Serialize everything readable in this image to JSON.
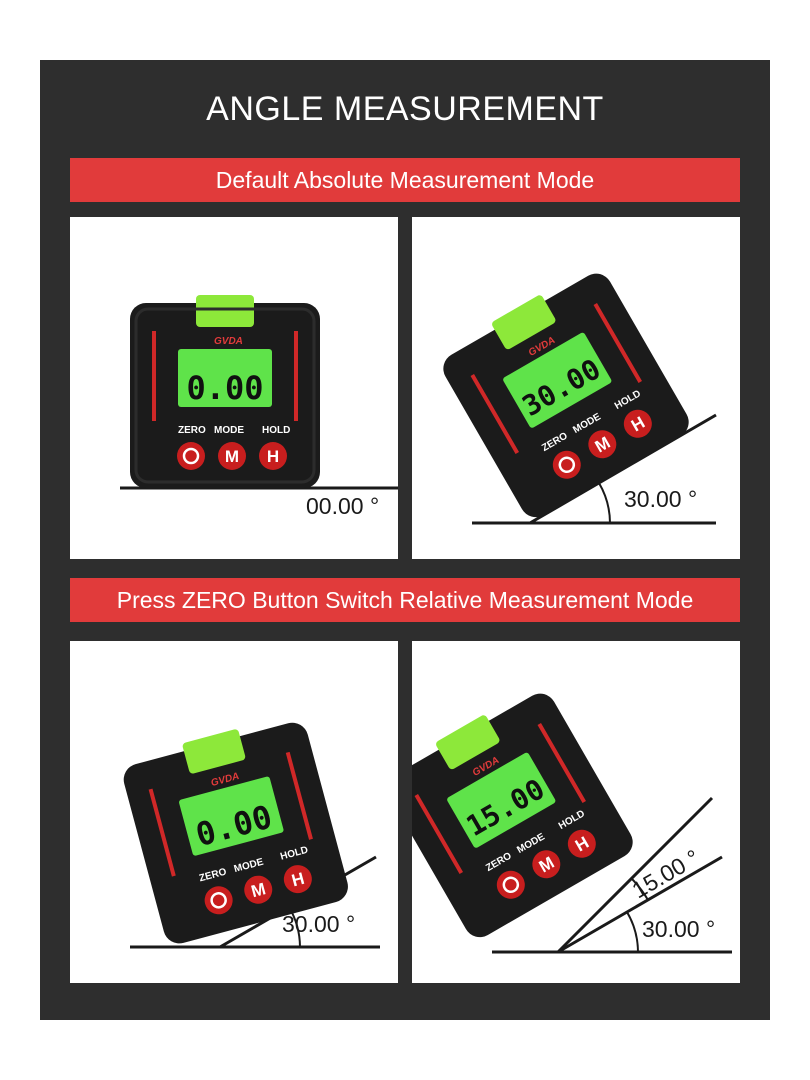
{
  "title": "ANGLE MEASUREMENT",
  "sections": [
    {
      "heading": "Default Absolute Measurement Mode"
    },
    {
      "heading": "Press ZERO Button Switch Relative Measurement Mode"
    }
  ],
  "device": {
    "brand": "GVDA",
    "buttons": {
      "zero": "ZERO",
      "mode": "MODE",
      "hold": "HOLD",
      "mode_glyph": "M",
      "hold_glyph": "H"
    }
  },
  "panels": [
    {
      "display": "0.00",
      "angle_labels": [
        "00.00 °"
      ],
      "tilt_degrees": 0
    },
    {
      "display": "30.00",
      "angle_labels": [
        "30.00 °"
      ],
      "tilt_degrees": 30
    },
    {
      "display": "0.00",
      "angle_labels": [
        "30.00 °"
      ],
      "tilt_degrees": 15
    },
    {
      "display": "15.00",
      "angle_labels": [
        "15.00 °",
        "30.00 °"
      ],
      "tilt_degrees": 30
    }
  ],
  "colors": {
    "banner": "#e13b3b",
    "background": "#2e2e2e",
    "lcd": "#5fe34a",
    "accent": "#e13b3b"
  }
}
